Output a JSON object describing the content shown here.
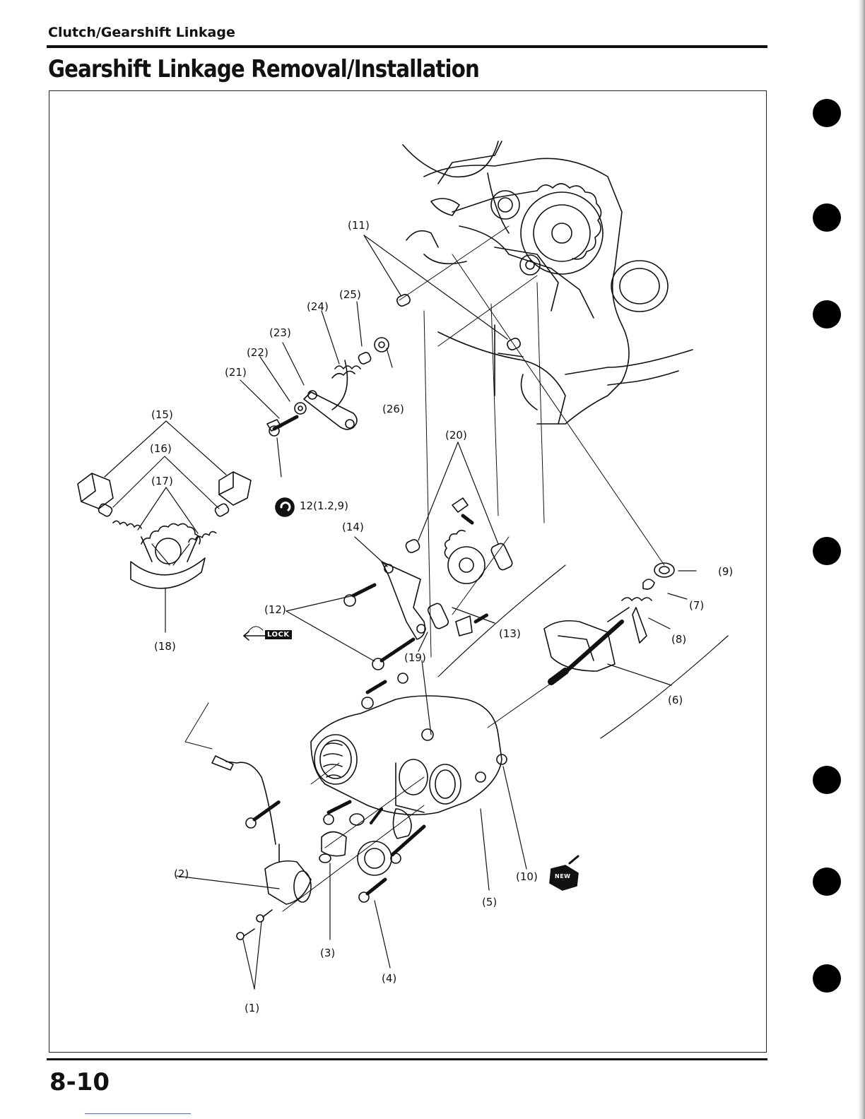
{
  "header": {
    "section": "Clutch/Gearshift Linkage",
    "title": "Gearshift Linkage Removal/Installation"
  },
  "figure": {
    "callouts": [
      {
        "key": "c11",
        "label": "(11)"
      },
      {
        "key": "c25",
        "label": "(25)"
      },
      {
        "key": "c24",
        "label": "(24)"
      },
      {
        "key": "c23",
        "label": "(23)"
      },
      {
        "key": "c22",
        "label": "(22)"
      },
      {
        "key": "c21",
        "label": "(21)"
      },
      {
        "key": "c26",
        "label": "(26)"
      },
      {
        "key": "c15",
        "label": "(15)"
      },
      {
        "key": "c16",
        "label": "(16)"
      },
      {
        "key": "c17",
        "label": "(17)"
      },
      {
        "key": "c18",
        "label": "(18)"
      },
      {
        "key": "c20",
        "label": "(20)"
      },
      {
        "key": "c14",
        "label": "(14)"
      },
      {
        "key": "c12",
        "label": "(12)"
      },
      {
        "key": "c19",
        "label": "(19)"
      },
      {
        "key": "c13",
        "label": "(13)"
      },
      {
        "key": "c9",
        "label": "(9)"
      },
      {
        "key": "c7",
        "label": "(7)"
      },
      {
        "key": "c8",
        "label": "(8)"
      },
      {
        "key": "c6",
        "label": "(6)"
      },
      {
        "key": "c2",
        "label": "(2)"
      },
      {
        "key": "c3",
        "label": "(3)"
      },
      {
        "key": "c4",
        "label": "(4)"
      },
      {
        "key": "c1",
        "label": "(1)"
      },
      {
        "key": "c5",
        "label": "(5)"
      },
      {
        "key": "c10",
        "label": "(10)"
      }
    ],
    "torque_spec": "12(1.2,9)",
    "lock_badge": "LOCK",
    "new_badge": "NEW"
  },
  "footer": {
    "page_number": "8-10"
  },
  "colors": {
    "ink": "#111111",
    "page": "#ffffff",
    "link": "#4a6ad8"
  },
  "icons": [
    "torque-wrench-icon",
    "lock-arrow-icon",
    "new-part-icon",
    "binder-tab-icon"
  ]
}
